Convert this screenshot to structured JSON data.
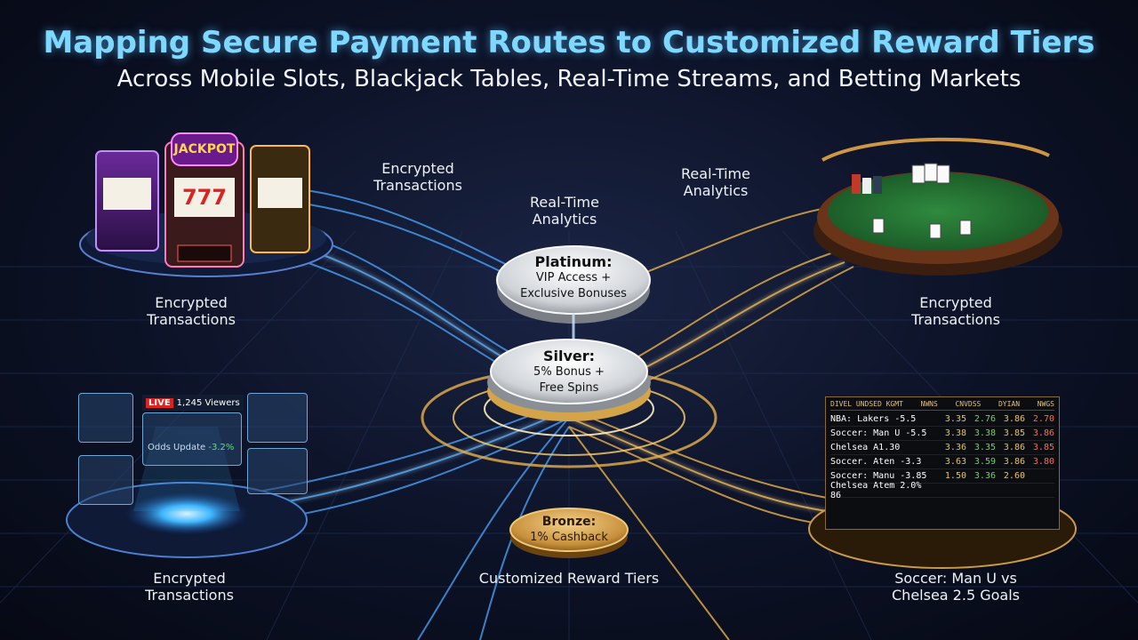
{
  "title": "Mapping Secure Payment Routes to Customized Reward Tiers",
  "subtitle": "Across Mobile Slots, Blackjack Tables, Real-Time Streams, and Betting Markets",
  "labels": {
    "encrypted_top": "Encrypted\nTransactions",
    "analytics_center": "Real-Time\nAnalytics",
    "analytics_right": "Real-Time\nAnalytics",
    "encrypted_left": "Encrypted\nTransactions",
    "encrypted_right": "Encrypted\nTransactions",
    "encrypted_bottom_left": "Encrypted\nTransactions",
    "customized_tiers": "Customized Reward Tiers",
    "soccer_bottom": "Soccer: Man U vs\nChelsea 2.5 Goals"
  },
  "tiers": {
    "platinum": {
      "name": "Platinum:",
      "desc": "VIP Access +\nExclusive Bonuses"
    },
    "silver": {
      "name": "Silver:",
      "desc": "5% Bonus +\nFree Spins"
    },
    "bronze": {
      "name": "Bronze:",
      "desc": "1% Cashback"
    }
  },
  "slots": {
    "sign": "JACKPOT",
    "reels": "777"
  },
  "stream": {
    "live_badge": "LIVE",
    "viewers": "1,245 Viewers",
    "odds_update": "Odds Update",
    "odds_change": "-3.2%"
  },
  "odds_table": {
    "header": [
      "DIVEL UNDSED KGMT",
      "NWNS",
      "CNVDSS",
      "DYIAN",
      "NWGS"
    ],
    "rows": [
      {
        "event": "NBA: Lakers -5.5",
        "odds": [
          "3.35",
          "2.76",
          "3.86",
          "2.70"
        ]
      },
      {
        "event": "Soccer: Man U -5.5",
        "odds": [
          "3.38",
          "3.38",
          "3.85",
          "3.86"
        ]
      },
      {
        "event": "Chelsea A1.30",
        "odds": [
          "3.36",
          "3.35",
          "3.86",
          "3.85"
        ]
      },
      {
        "event": "Soccer. Aten -3.3",
        "odds": [
          "3.63",
          "3.59",
          "3.86",
          "3.80"
        ]
      },
      {
        "event": "Soccer: Manu -3.85",
        "odds": [
          "1.50",
          "3.36",
          "2.60",
          ""
        ]
      },
      {
        "event": "Chelsea Atem 2.0% 86",
        "odds": [
          "",
          "",
          "",
          ""
        ]
      }
    ]
  },
  "colors": {
    "title": "#7fd8ff",
    "blue_stream": "#4aa8ff",
    "gold_stream": "#e7b04a",
    "platinum_disc": "#e8e8e8",
    "bronze_disc": "#c99a4a"
  }
}
